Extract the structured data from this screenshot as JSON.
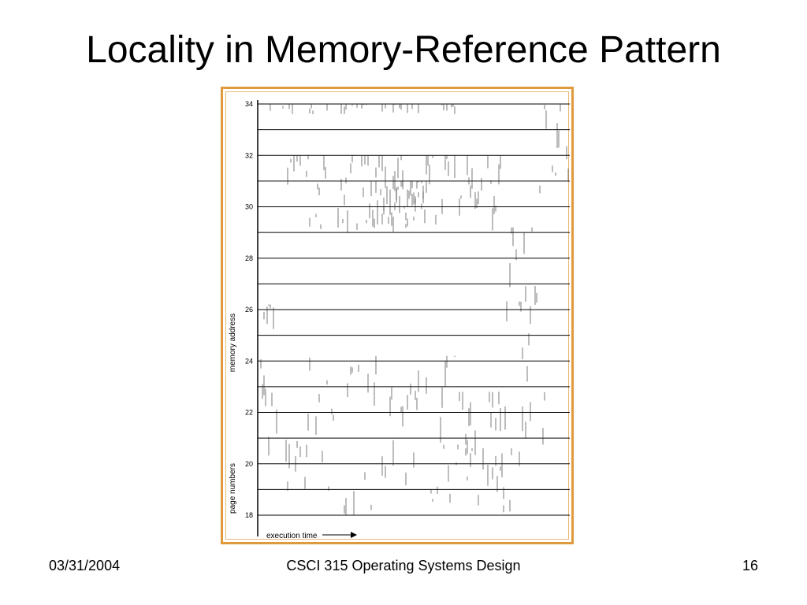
{
  "slide": {
    "title": "Locality in Memory-Reference Pattern",
    "footer": {
      "date": "03/31/2004",
      "course": "CSCI 315 Operating Systems Design",
      "page": "16"
    }
  },
  "figure": {
    "y_axis_label": "memory address",
    "y_axis_sublabel": "page numbers",
    "x_axis_label": "execution time",
    "ticks": [
      "18",
      "20",
      "22",
      "24",
      "26",
      "28",
      "30",
      "32",
      "34"
    ],
    "colors": {
      "frame": "#e09a3c",
      "ink": "#000000"
    },
    "icons": [
      "arrow-right-icon"
    ]
  }
}
